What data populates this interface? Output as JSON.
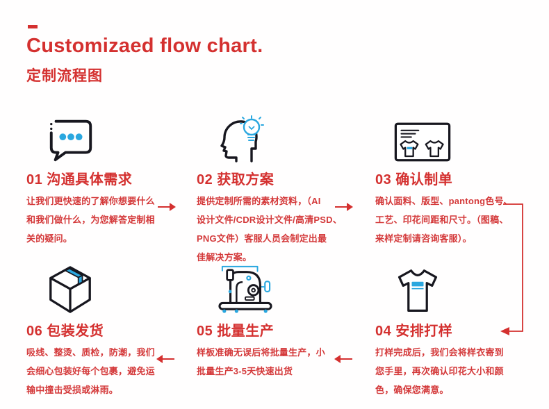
{
  "colors": {
    "accent_red": "#d4302f",
    "accent_blue": "#2aa7df",
    "icon_stroke": "#17171f",
    "background": "#ffffff"
  },
  "header": {
    "title": "Customizaed flow chart.",
    "subtitle": "定制流程图"
  },
  "steps": [
    {
      "id": "01",
      "icon": "speech-bubble-icon",
      "title": "01 沟通具体需求",
      "description": "让我们更快速的了解你想要什么\n和我们做什么，为您解答定制相\n关的疑问。"
    },
    {
      "id": "02",
      "icon": "idea-head-icon",
      "title": "02 获取方案",
      "description": "提供定制所需的素材资料，（AI\n设计文件/CDR设计文件/高清PSD、\nPNG文件）客服人员会制定出最\n佳解决方案。"
    },
    {
      "id": "03",
      "icon": "order-card-icon",
      "title": "03 确认制单",
      "description": "确认面料、版型、pantong色号、\n工艺、印花间距和尺寸。（图稿、\n来样定制请咨询客服）。"
    },
    {
      "id": "04",
      "icon": "tshirt-icon",
      "title": "04 安排打样",
      "description": "打样完成后，我们会将样衣寄到\n您手里，再次确认印花大小和颜\n色，确保您满意。"
    },
    {
      "id": "05",
      "icon": "sewing-machine-icon",
      "title": "05 批量生产",
      "description": "样板准确无误后将批量生产，小\n批量生产3-5天快速出货"
    },
    {
      "id": "06",
      "icon": "package-box-icon",
      "title": "06 包装发货",
      "description": "吸线、整烫、质检，防潮，我们\n会细心包装好每个包裹，避免运\n输中撞击受损或淋雨。"
    }
  ],
  "flow": {
    "connections": [
      "01→02 arrow-right",
      "02→03 arrow-right",
      "03→04 elbow-down-left",
      "04→05 arrow-left",
      "05→06 arrow-left"
    ]
  }
}
